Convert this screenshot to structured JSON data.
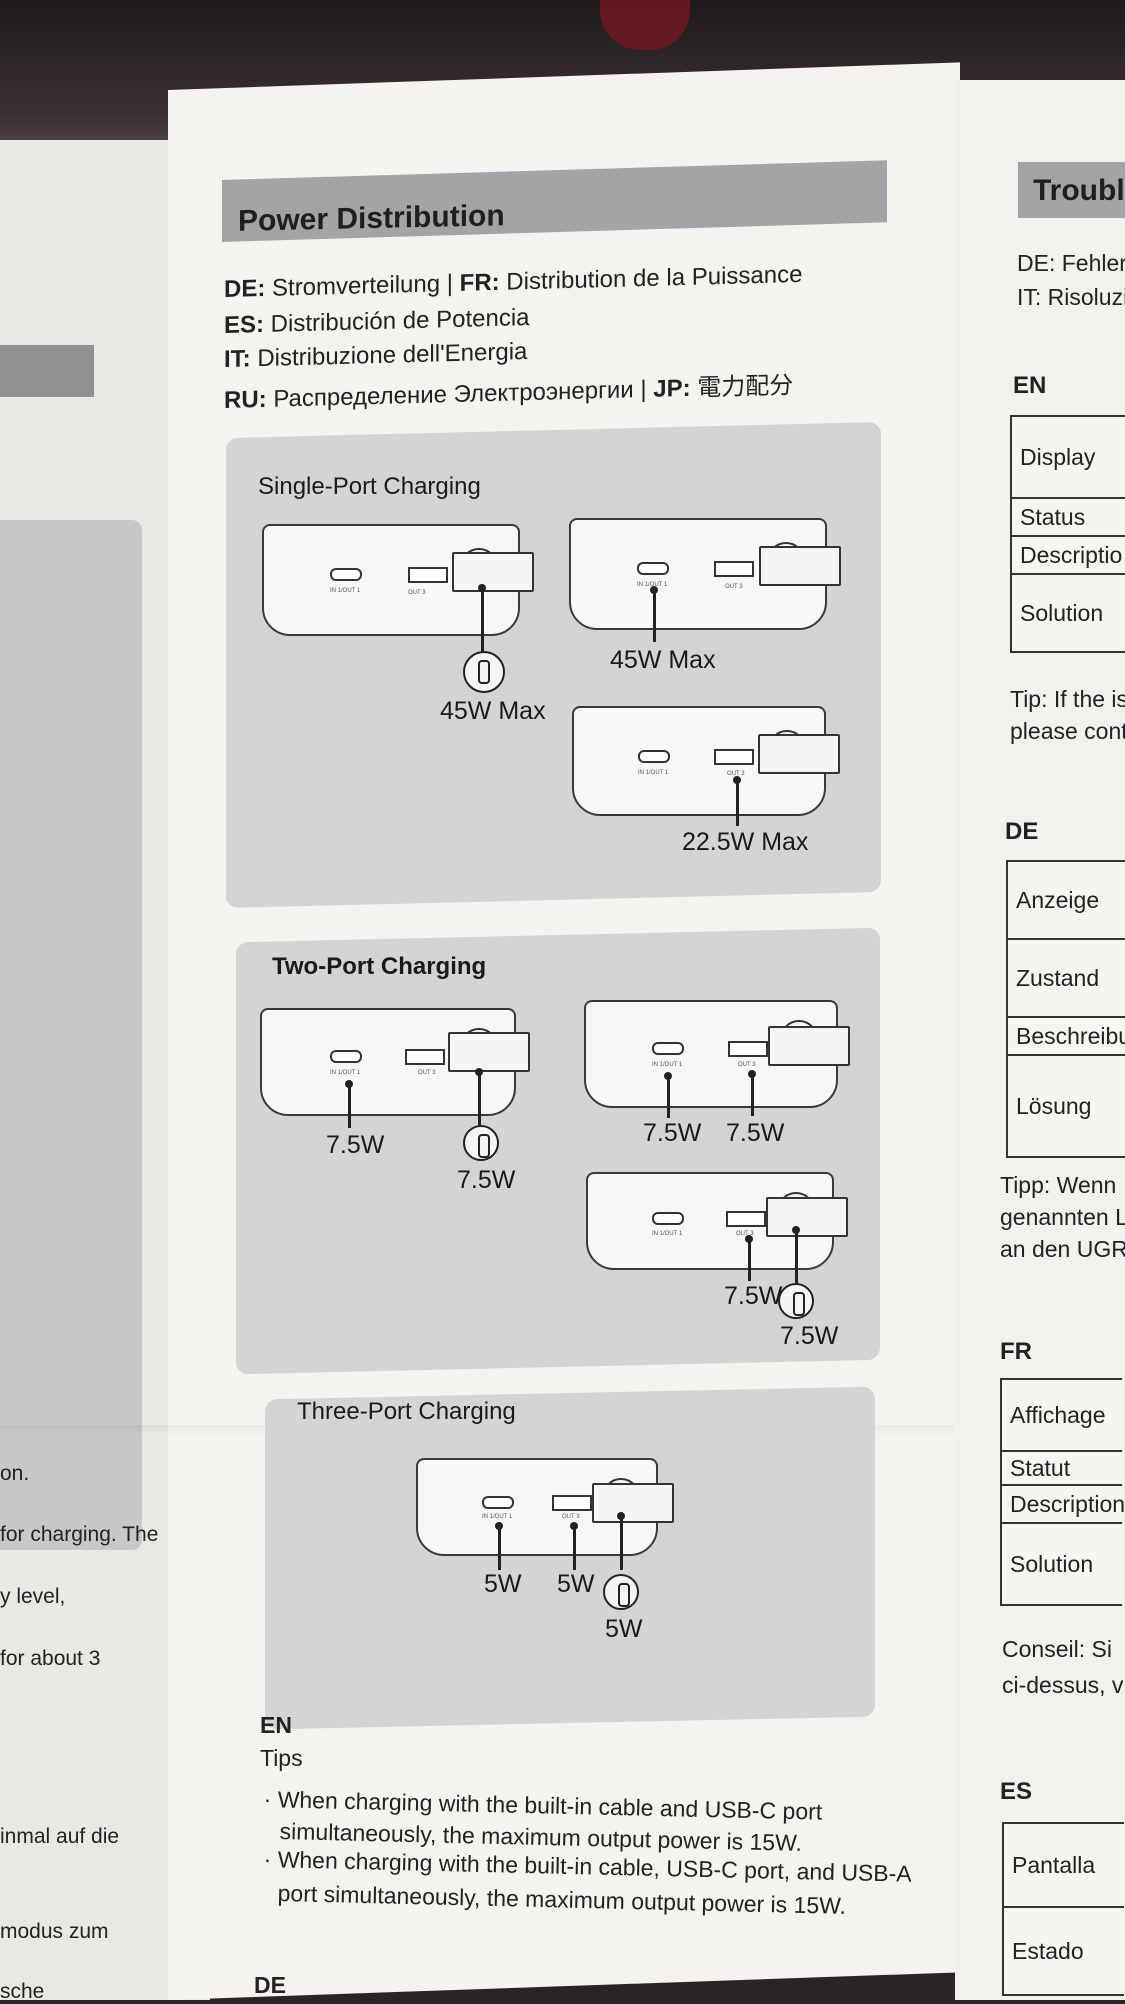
{
  "center": {
    "title": "Power Distribution",
    "languages": [
      {
        "codes": [
          "DE:",
          "FR:"
        ],
        "texts": [
          " Stromverteilung | ",
          " Distribution de la Puissance"
        ]
      },
      {
        "codes": [
          "ES:"
        ],
        "texts": [
          " Distribución de Potencia"
        ]
      },
      {
        "codes": [
          "IT:"
        ],
        "texts": [
          " Distribuzione dell'Energia"
        ]
      },
      {
        "codes": [
          "RU:",
          "JP:"
        ],
        "texts": [
          " Распределение Электроэнергии | ",
          " 電力配分"
        ]
      }
    ],
    "single": {
      "title": "Single-Port Charging",
      "w1": "45W Max",
      "w2": "45W Max",
      "w3": "22.5W Max"
    },
    "two": {
      "title": "Two-Port Charging",
      "a1": "7.5W",
      "a2": "7.5W",
      "b1": "7.5W",
      "b2": "7.5W",
      "c1": "7.5W",
      "c2": "7.5W"
    },
    "three": {
      "title": "Three-Port Charging",
      "w1": "5W",
      "w2": "5W",
      "w3": "5W"
    },
    "port_labels": {
      "c": "IN 1/OUT 1",
      "a": "OUT 3"
    },
    "tips": {
      "lang": "EN",
      "heading": "Tips",
      "line1": "· When charging with the built-in cable and USB-C port",
      "line2": "simultaneously, the maximum output power is 15W.",
      "line3": "· When charging with the built-in cable, USB-C port, and USB-A",
      "line4": "port simultaneously, the maximum output power is 15W.",
      "next_lang": "DE"
    }
  },
  "left": {
    "lines": [
      "on.",
      "for charging. The",
      "y level,",
      " for about 3",
      "inmal auf die",
      "modus zum",
      "sche"
    ]
  },
  "right": {
    "title": "Troubl",
    "sub1": "DE: Fehlerb",
    "sub2": "IT: Risoluzi",
    "sections": [
      {
        "code": "EN",
        "cells": [
          "Display",
          "Status",
          "Descriptio",
          "Solution"
        ],
        "tip": [
          "Tip: If the is",
          "please cont"
        ]
      },
      {
        "code": "DE",
        "cells": [
          "Anzeige",
          "Zustand",
          "Beschreibu",
          "Lösung"
        ],
        "tip": [
          "Tipp: Wenn",
          "genannten L",
          "an den UGRE"
        ]
      },
      {
        "code": "FR",
        "cells": [
          "Affichage",
          "Statut",
          "Description",
          "Solution"
        ],
        "tip": [
          "Conseil: Si",
          "ci-dessus, v"
        ]
      },
      {
        "code": "ES",
        "cells": [
          "Pantalla",
          "Estado"
        ],
        "tip": []
      }
    ]
  }
}
